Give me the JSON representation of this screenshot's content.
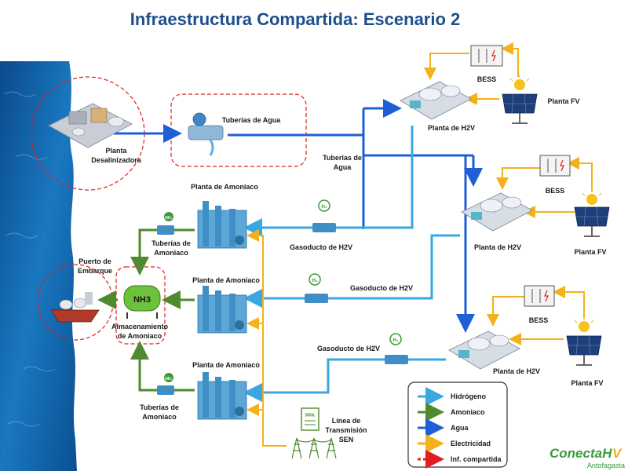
{
  "title": "Infraestructura Compartida: Escenario 2",
  "labels": {
    "desal": [
      "Planta",
      "Desalinizadora"
    ],
    "water_pipes_top": "Tuberías de Agua",
    "water_pipes_mid": [
      "Tuberías de",
      "Agua"
    ],
    "ammonia_plant_1": "Planta de Amoniaco",
    "ammonia_plant_2": "Planta de Amoniaco",
    "ammonia_plant_3": "Planta de Amoniaco",
    "ammonia_pipes_1": [
      "Tuberías de",
      "Amoniaco"
    ],
    "ammonia_pipes_2": [
      "Tuberías de",
      "Amoniaco"
    ],
    "port": [
      "Puerto de",
      "Embarque"
    ],
    "storage": [
      "Almacenamiento",
      "de Amoniaco"
    ],
    "gas_1": "Gasoducto de H2V",
    "gas_2": "Gasoducto de H2V",
    "gas_3": "Gasoducto de H2V",
    "h2v_1": "Planta de H2V",
    "h2v_2": "Planta de H2V",
    "h2v_3": "Planta de H2V",
    "bess_1": "BESS",
    "bess_2": "BESS",
    "bess_3": "BESS",
    "pv_1": "Planta FV",
    "pv_2": "Planta FV",
    "pv_3": "Planta FV",
    "transmission": [
      "Línea de",
      "Transmisión",
      "SEN"
    ],
    "ppa": "PPA",
    "h2_badge": "H₂",
    "nh3_badge": "NH₃",
    "nh3_tank": "NH3"
  },
  "legend": [
    {
      "label": "Hidrógeno",
      "color": "#3aa8e0",
      "style": "solid"
    },
    {
      "label": "Amoniaco",
      "color": "#4f8a2e",
      "style": "solid"
    },
    {
      "label": "Agua",
      "color": "#1f5fd6",
      "style": "solid"
    },
    {
      "label": "Electricidad",
      "color": "#f2b21b",
      "style": "solid"
    },
    {
      "label": "Inf. compartida",
      "color": "#e02020",
      "style": "dashed"
    }
  ],
  "logo": {
    "main": "ConectaH",
    "accent": "V",
    "sub": "Antofagasta"
  },
  "colors": {
    "hydrogen": "#3aa8e0",
    "ammonia": "#4f8a2e",
    "water": "#1f5fd6",
    "electricity": "#f2b21b",
    "shared": "#e02020",
    "title": "#1f4e8c"
  }
}
